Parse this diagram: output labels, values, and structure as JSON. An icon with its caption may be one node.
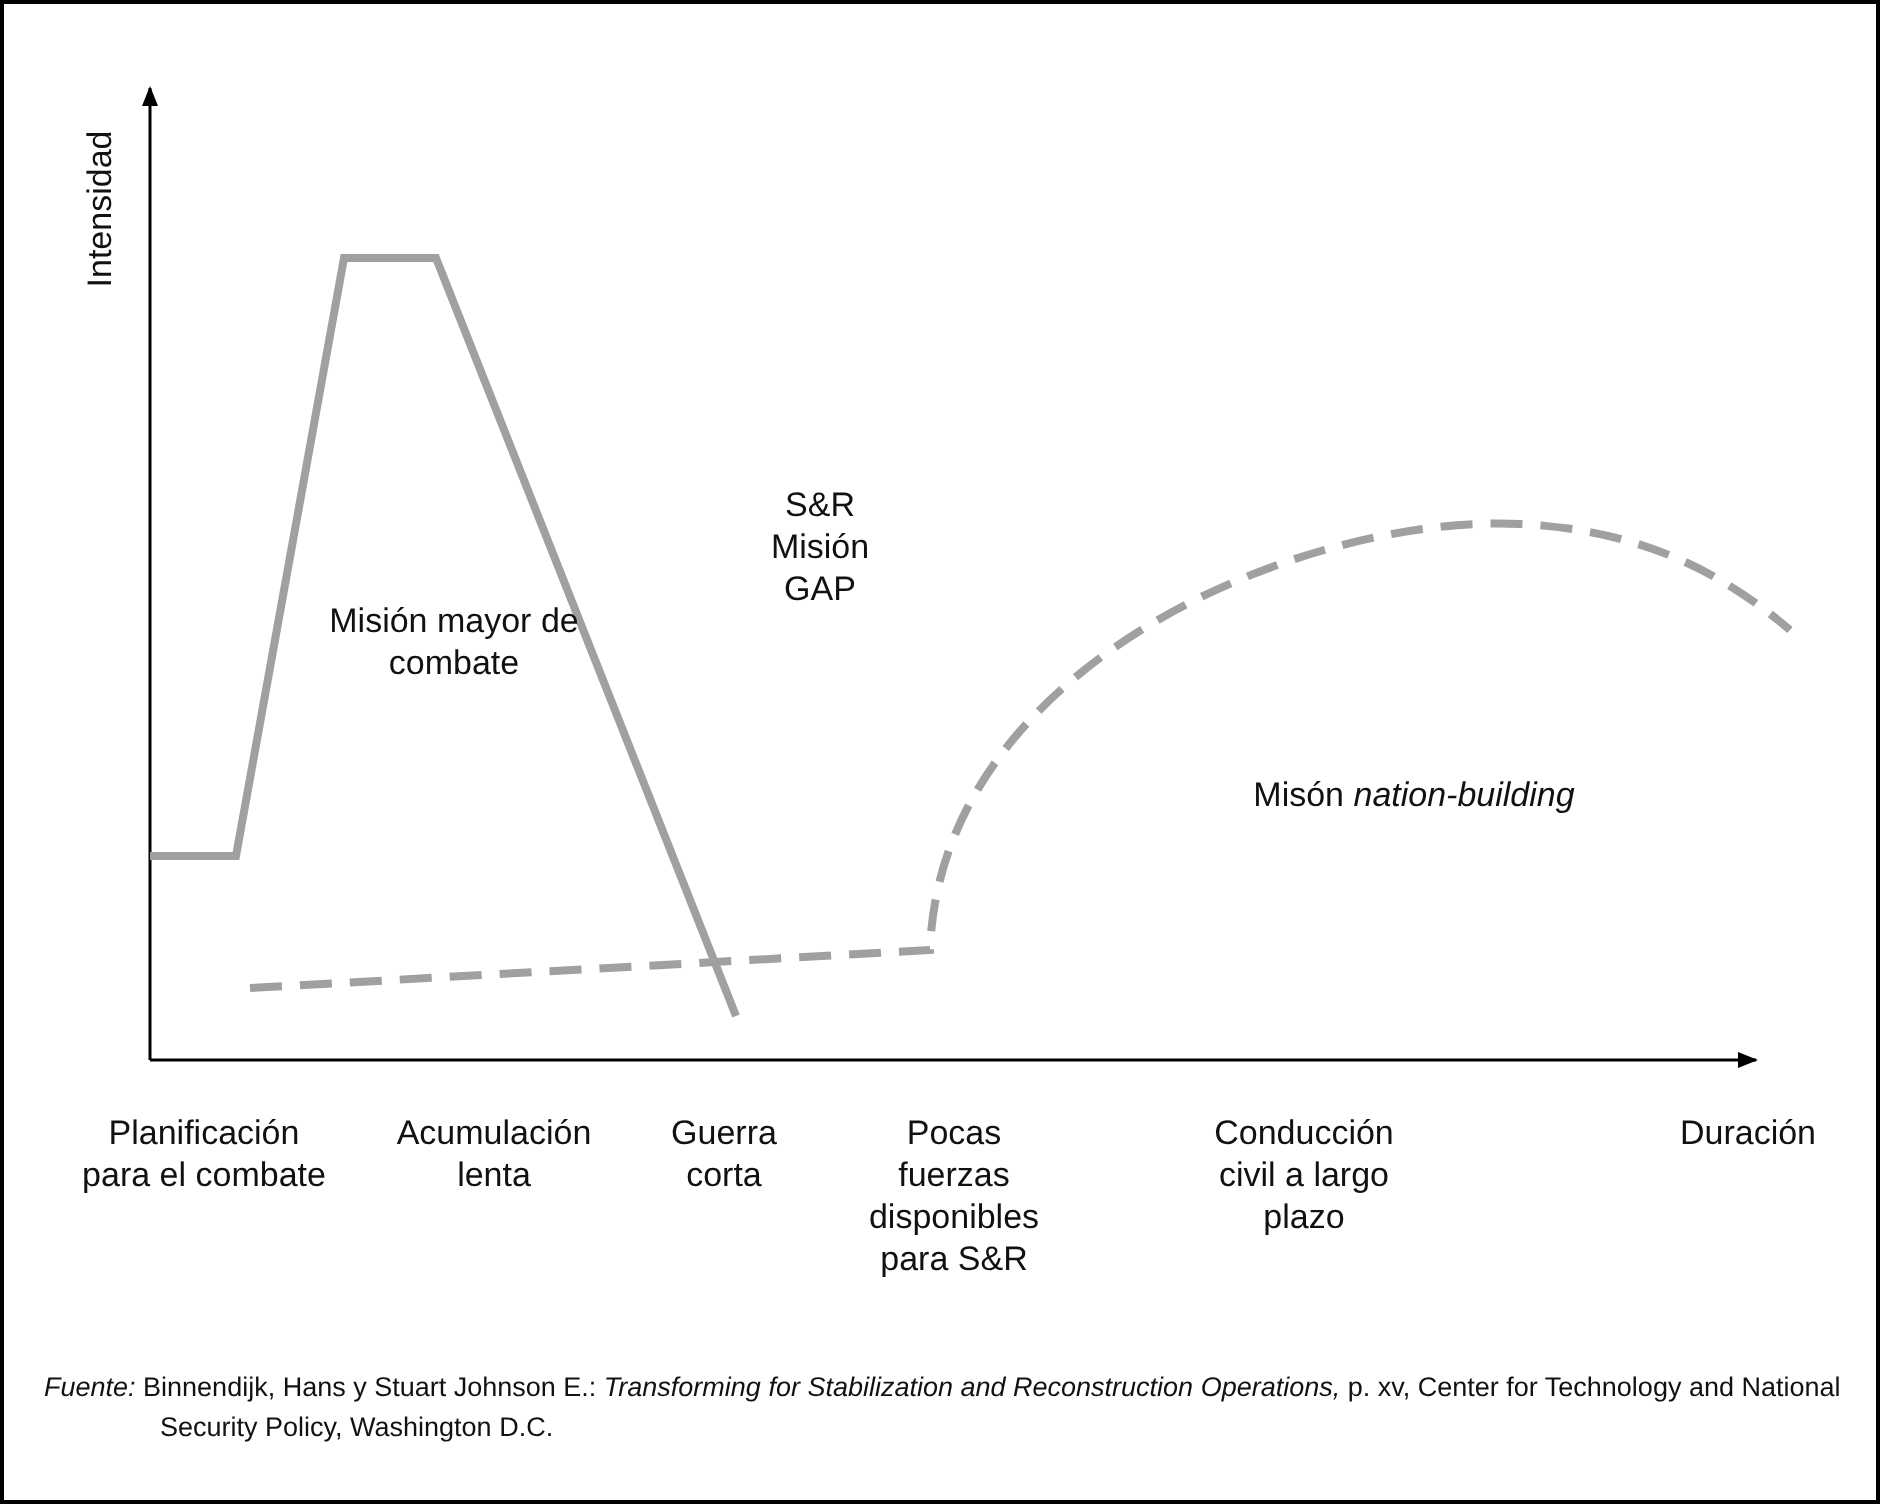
{
  "diagram": {
    "caption": "*Fuente:* Binnendijk, Hans y Stuart Johnson E.: *Transforming for Stabilization and Reconstruction Operations,* p. xv, Center for Technology and National Security Policy, Washington D.C.",
    "labels": [
      "Intensidad",
      "S&R Misión GAP",
      "Misión mayor de combate",
      "Misón *nation-building*",
      "Planificación para el combate",
      "Acumulación lenta",
      "Guerra corta",
      "Pocas fuerzas disponibles para S&R",
      "Conducción civil a largo plazo",
      "Duración"
    ]
  }
}
